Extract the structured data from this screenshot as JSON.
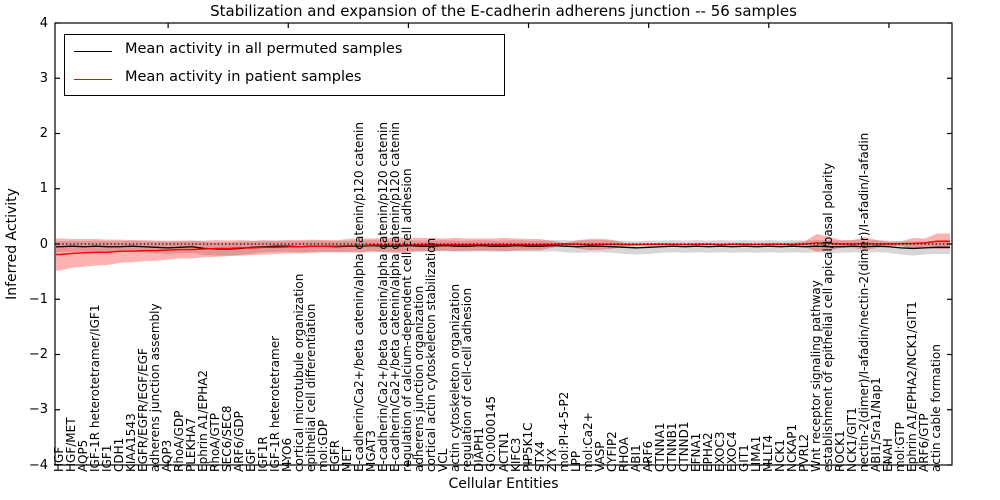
{
  "chart_data": {
    "type": "line",
    "title": "Stabilization and expansion of the E-cadherin adherens junction -- 56 samples",
    "xlabel": "Cellular Entities",
    "ylabel": "Inferred Activity",
    "ylim": [
      -4,
      4
    ],
    "yticks": [
      4,
      3,
      2,
      1,
      0,
      -1,
      -2,
      -3,
      -4
    ],
    "ytick_labels": [
      "4",
      "3",
      "2",
      "1",
      "0",
      "−1",
      "−2",
      "−3",
      "−4"
    ],
    "x_major_tick_every": 10,
    "grid": false,
    "zero_line": {
      "value": 0,
      "style": "dotted",
      "color": "#000000"
    },
    "legend_position": "upper left",
    "categories": [
      "HGF",
      "HGF/MET",
      "AQP5",
      "IGF-1R heterotetramer/IGF1",
      "IGF1",
      "CDH1",
      "KIAA1543",
      "EGFR/EGFR/EGF/EGF",
      "adherens junction assembly",
      "AQP3",
      "RhoA/GDP",
      "PLEKHA7",
      "Ephrin A1/EPHA2",
      "RhoA/GTP",
      "SEC6/SEC8",
      "ARF6/GDP",
      "EGF",
      "IGF1R",
      "IGF-1R heterotetramer",
      "MYO6",
      "cortical microtubule organization",
      "epithelial cell differentiation",
      "mol:GDP",
      "EGFR",
      "MET",
      "E-cadherin/Ca2+/beta catenin/alpha catenin/p120 catenin",
      "MGAT3",
      "E-cadherin/Ca2+/beta catenin/alpha catenin/p120 catenin",
      "E-cadherin/Ca2+/beta catenin/alpha catenin/p120 catenin",
      "regulation of calcium-dependent cell-cell adhesion",
      "adherens junction organization",
      "cortical actin cytoskeleton stabilization",
      "VCL",
      "actin cytoskeleton organization",
      "regulation of cell-cell adhesion",
      "DIAPH1",
      "GO:0000145",
      "ACTN1",
      "KIFC3",
      "PIP5K1C",
      "STX4",
      "ZYX",
      "mol:PI-4-5-P2",
      "LPP",
      "mol:Ca2+",
      "VASP",
      "CYFIP2",
      "RHOA",
      "ABI1",
      "ARF6",
      "CTNNA1",
      "CTNNB1",
      "CTNND1",
      "EFNA1",
      "EPHA2",
      "EXOC3",
      "EXOC4",
      "GIT1",
      "LIMA1",
      "MLLT4",
      "NCK1",
      "NCKAP1",
      "PVRL2",
      "Wnt receptor signaling pathway",
      "establishment of epithelial cell apical/basal polarity",
      "ROCK1",
      "NCK1/GIT1",
      "nectin-2(dimer)/I-afadin/nectin-2(dimer)/I-afadin/I-afadin",
      "ABI1/Sra1/Nap1",
      "ENAH",
      "mol:GTP",
      "Ephrin A1/EPHA2/NCK1/GIT1",
      "ARF6/GTP",
      "actin cable formation"
    ],
    "series": [
      {
        "name": "Mean activity in all permuted samples",
        "color": "#000000",
        "band_color": "rgba(130,130,130,0.32)",
        "values": [
          -0.05,
          -0.04,
          -0.05,
          -0.04,
          -0.05,
          -0.05,
          -0.04,
          -0.05,
          -0.06,
          -0.07,
          -0.06,
          -0.05,
          -0.08,
          -0.09,
          -0.09,
          -0.08,
          -0.06,
          -0.05,
          -0.04,
          -0.04,
          -0.05,
          -0.04,
          -0.04,
          -0.05,
          -0.04,
          -0.04,
          -0.03,
          -0.04,
          -0.04,
          -0.03,
          -0.04,
          -0.04,
          -0.03,
          -0.04,
          -0.04,
          -0.03,
          -0.04,
          -0.04,
          -0.03,
          -0.04,
          -0.04,
          -0.03,
          -0.04,
          -0.05,
          -0.04,
          -0.04,
          -0.05,
          -0.06,
          -0.07,
          -0.06,
          -0.05,
          -0.04,
          -0.05,
          -0.04,
          -0.05,
          -0.04,
          -0.05,
          -0.04,
          -0.05,
          -0.04,
          -0.05,
          -0.04,
          -0.05,
          -0.04,
          -0.05,
          -0.05,
          -0.04,
          -0.05,
          -0.04,
          -0.05,
          -0.07,
          -0.08,
          -0.07,
          -0.06
        ],
        "band_halfwidth": [
          0.1,
          0.1,
          0.1,
          0.1,
          0.1,
          0.1,
          0.1,
          0.1,
          0.11,
          0.11,
          0.11,
          0.11,
          0.12,
          0.12,
          0.12,
          0.12,
          0.11,
          0.1,
          0.1,
          0.1,
          0.1,
          0.1,
          0.1,
          0.1,
          0.1,
          0.1,
          0.1,
          0.1,
          0.1,
          0.1,
          0.1,
          0.1,
          0.1,
          0.1,
          0.1,
          0.1,
          0.1,
          0.1,
          0.1,
          0.1,
          0.1,
          0.1,
          0.11,
          0.11,
          0.11,
          0.11,
          0.11,
          0.12,
          0.12,
          0.12,
          0.11,
          0.11,
          0.11,
          0.11,
          0.11,
          0.11,
          0.11,
          0.11,
          0.11,
          0.11,
          0.11,
          0.11,
          0.11,
          0.11,
          0.12,
          0.11,
          0.11,
          0.11,
          0.11,
          0.11,
          0.12,
          0.13,
          0.12,
          0.12
        ]
      },
      {
        "name": "Mean activity in patient samples",
        "color": "#ff0000",
        "band_color": "rgba(255,0,0,0.30)",
        "values": [
          -0.19,
          -0.17,
          -0.16,
          -0.15,
          -0.15,
          -0.13,
          -0.13,
          -0.12,
          -0.12,
          -0.11,
          -0.1,
          -0.1,
          -0.09,
          -0.08,
          -0.08,
          -0.07,
          -0.07,
          -0.06,
          -0.06,
          -0.05,
          -0.05,
          -0.04,
          -0.04,
          -0.04,
          -0.03,
          -0.03,
          -0.02,
          -0.02,
          -0.02,
          -0.02,
          -0.01,
          -0.01,
          -0.01,
          -0.01,
          -0.01,
          -0.01,
          -0.01,
          -0.01,
          -0.01,
          -0.01,
          -0.01,
          -0.005,
          0.0,
          -0.005,
          -0.01,
          -0.005,
          -0.005,
          -0.01,
          -0.01,
          -0.005,
          -0.005,
          -0.005,
          -0.01,
          -0.005,
          -0.005,
          -0.01,
          -0.005,
          -0.005,
          -0.01,
          -0.005,
          -0.005,
          -0.01,
          0.0,
          0.02,
          0.01,
          0.0,
          0.0,
          0.01,
          0.0,
          0.0,
          0.005,
          0.01,
          0.02,
          0.05
        ],
        "band_halfwidth": [
          0.29,
          0.26,
          0.25,
          0.24,
          0.23,
          0.21,
          0.2,
          0.19,
          0.18,
          0.17,
          0.16,
          0.16,
          0.15,
          0.15,
          0.14,
          0.14,
          0.13,
          0.13,
          0.12,
          0.12,
          0.12,
          0.12,
          0.11,
          0.11,
          0.12,
          0.13,
          0.12,
          0.13,
          0.14,
          0.13,
          0.12,
          0.12,
          0.11,
          0.12,
          0.11,
          0.11,
          0.11,
          0.12,
          0.11,
          0.1,
          0.1,
          0.06,
          0.015,
          0.07,
          0.1,
          0.1,
          0.08,
          0.03,
          0.02,
          0.02,
          0.02,
          0.02,
          0.02,
          0.02,
          0.02,
          0.02,
          0.02,
          0.02,
          0.02,
          0.02,
          0.02,
          0.03,
          0.05,
          0.16,
          0.12,
          0.07,
          0.07,
          0.12,
          0.07,
          0.04,
          0.04,
          0.1,
          0.08,
          0.14
        ]
      }
    ]
  }
}
